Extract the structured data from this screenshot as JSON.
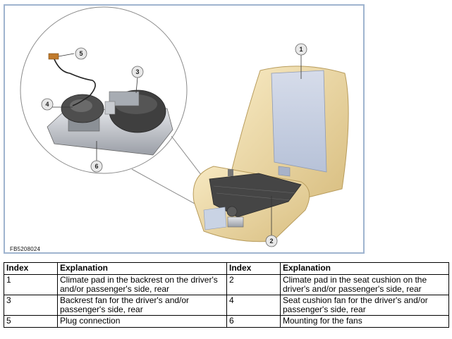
{
  "figure": {
    "code": "FB5208024",
    "callouts": [
      "1",
      "2",
      "3",
      "4",
      "5",
      "6"
    ]
  },
  "legend": {
    "headers": [
      "Index",
      "Explanation",
      "Index",
      "Explanation"
    ],
    "rows": [
      [
        {
          "index": "1",
          "text": "Climate pad in the backrest on the driver's and/or passenger's side, rear"
        },
        {
          "index": "2",
          "text": "Climate pad in the seat cushion on the driver's and/or passenger's side, rear"
        }
      ],
      [
        {
          "index": "3",
          "text": "Backrest fan for the driver's and/or passenger's side, rear"
        },
        {
          "index": "4",
          "text": "Seat cushion fan for the driver's and/or passenger's side, rear"
        }
      ],
      [
        {
          "index": "5",
          "text": "Plug connection"
        },
        {
          "index": "6",
          "text": "Mounting for the fans"
        }
      ]
    ]
  },
  "colors": {
    "frame": "#9fb4cf",
    "seat": "#f0dca8",
    "pad": "#c9d3e4",
    "fan": "#4a4a4a",
    "callout_fill": "#e8e8e8"
  }
}
